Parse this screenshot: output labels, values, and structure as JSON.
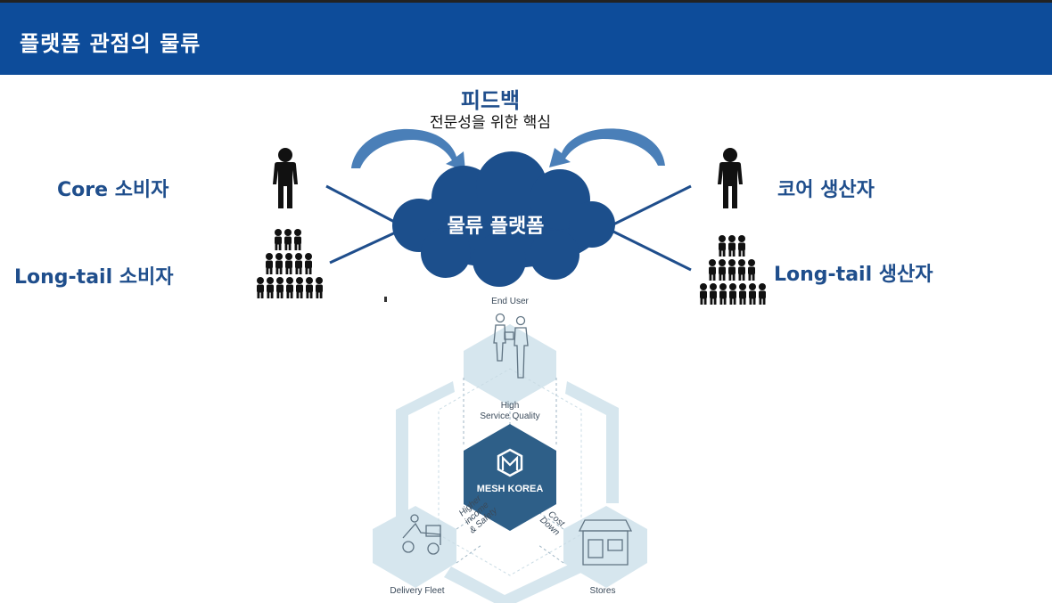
{
  "header": {
    "title": "플랫폼 관점의 물류"
  },
  "feedback": {
    "title": "피드백",
    "subtitle": "전문성을 위한 핵심"
  },
  "platform": {
    "label": "물류 플랫폼"
  },
  "consumers": {
    "core": "Core 소비자",
    "longtail": "Long-tail 소비자"
  },
  "producers": {
    "core": "코어 생산자",
    "longtail": "Long-tail 생산자"
  },
  "cycle": {
    "end_user": "End User",
    "high_quality_line1": "High",
    "high_quality_line2": "Service Quality",
    "center": "MESH KOREA",
    "higher_income_line1": "Higher",
    "higher_income_line2": "income",
    "higher_income_line3": "& Safety",
    "cost_down_line1": "Cost",
    "cost_down_line2": "Down",
    "delivery_fleet": "Delivery Fleet",
    "stores": "Stores"
  },
  "colors": {
    "header_bg": "#0d4c9a",
    "accent": "#1f4e8c",
    "cloud": "#1c4f8c",
    "cycle_light": "#d6e6ee",
    "hex_center": "#2e5f88"
  }
}
